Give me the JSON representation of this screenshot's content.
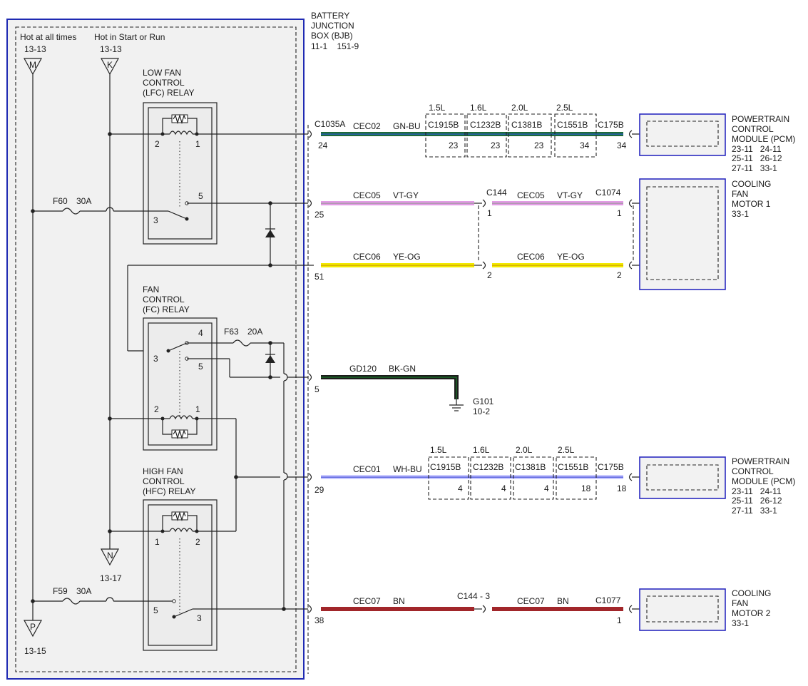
{
  "colors": {
    "bjb_border": "#1f2ab3",
    "bjb_fill": "#f1f1f1",
    "module_border": "#2a2ac0",
    "module_fill": "#f2f2f2",
    "wire_gn_bu_main": "#1e6b3a",
    "wire_gn_bu_stripe": "#2a5fd0",
    "wire_vt_gy": "#e39be6",
    "wire_ye_og": "#f2ea00",
    "wire_bk_gn": "#1c1c1c",
    "wire_wh_bu": "#c9c9ff",
    "wire_bn": "#a1262a",
    "relay_fill": "#ececec"
  },
  "bjb": {
    "title": [
      "BATTERY",
      "JUNCTION",
      "BOX (BJB)"
    ],
    "refs": "11-1    151-9",
    "hot_always_label": "Hot at all times",
    "hot_start_run_label": "Hot in Start or Run",
    "connector_m": {
      "letter": "M",
      "ref": "13-13"
    },
    "connector_k": {
      "letter": "K",
      "ref": "13-13"
    },
    "connector_n": {
      "letter": "N",
      "ref": "13-17"
    },
    "connector_p": {
      "letter": "P",
      "ref": "13-15"
    },
    "fuse_f60": {
      "name": "F60",
      "rating": "30A"
    },
    "fuse_f63": {
      "name": "F63",
      "rating": "20A"
    },
    "fuse_f59": {
      "name": "F59",
      "rating": "30A"
    },
    "lfc_relay": {
      "title": [
        "LOW FAN",
        "CONTROL",
        "(LFC) RELAY"
      ],
      "pins": {
        "p2": "2",
        "p1": "1",
        "p5": "5",
        "p3": "3"
      }
    },
    "fc_relay": {
      "title": [
        "FAN",
        "CONTROL",
        "(FC) RELAY"
      ],
      "pins": {
        "p4": "4",
        "p3": "3",
        "p5": "5",
        "p2": "2",
        "p1": "1"
      }
    },
    "hfc_relay": {
      "title": [
        "HIGH FAN",
        "CONTROL",
        "(HFC) RELAY"
      ],
      "pins": {
        "p1": "1",
        "p2": "2",
        "p5": "5",
        "p3": "3"
      }
    }
  },
  "circuits": {
    "pcm_top": {
      "connector": "C1035A",
      "pin": "24",
      "circuit": "CEC02",
      "color_code": "GN-BU",
      "engines": [
        "1.5L",
        "1.6L",
        "2.0L",
        "2.5L"
      ],
      "inline_connectors": [
        "C1915B",
        "C1232B",
        "C1381B",
        "C1551B"
      ],
      "inline_pins": [
        "23",
        "23",
        "23",
        "34"
      ],
      "end_connector": "C175B",
      "end_pin": "34"
    },
    "fan1_vt": {
      "pin": "25",
      "circuit": "CEC05",
      "color_code": "VT-GY",
      "mid_connector": "C144",
      "mid_pin_in": "1",
      "circuit2": "CEC05",
      "color_code2": "VT-GY",
      "end_connector": "C1074",
      "end_pin": "1"
    },
    "fan1_ye": {
      "pin": "51",
      "circuit": "CEC06",
      "color_code": "YE-OG",
      "mid_pin": "2",
      "circuit2": "CEC06",
      "color_code2": "YE-OG",
      "end_pin": "2"
    },
    "ground": {
      "pin": "5",
      "circuit": "GD120",
      "color_code": "BK-GN",
      "ground_name": "G101",
      "ground_ref": "10-2"
    },
    "pcm_bottom": {
      "pin": "29",
      "circuit": "CEC01",
      "color_code": "WH-BU",
      "engines": [
        "1.5L",
        "1.6L",
        "2.0L",
        "2.5L"
      ],
      "inline_connectors": [
        "C1915B",
        "C1232B",
        "C1381B",
        "C1551B"
      ],
      "inline_pins": [
        "4",
        "4",
        "4",
        "18"
      ],
      "end_connector": "C175B",
      "end_pin": "18"
    },
    "fan2": {
      "pin": "38",
      "circuit": "CEC07",
      "color_code": "BN",
      "mid_connector": "C144 - 3",
      "circuit2": "CEC07",
      "color_code2": "BN",
      "end_connector": "C1077",
      "end_pin": "1"
    }
  },
  "modules": {
    "pcm_top": {
      "name": [
        "POWERTRAIN",
        "CONTROL",
        "MODULE (PCM)"
      ],
      "refs": [
        "23-11   24-11",
        "25-11   26-12",
        "27-11   33-1"
      ]
    },
    "fan_motor_1": {
      "name": [
        "COOLING",
        "FAN",
        "MOTOR 1"
      ],
      "refs": [
        "33-1"
      ]
    },
    "pcm_bottom": {
      "name": [
        "POWERTRAIN",
        "CONTROL",
        "MODULE (PCM)"
      ],
      "refs": [
        "23-11   24-11",
        "25-11   26-12",
        "27-11   33-1"
      ]
    },
    "fan_motor_2": {
      "name": [
        "COOLING",
        "FAN",
        "MOTOR 2"
      ],
      "refs": [
        "33-1"
      ]
    }
  }
}
